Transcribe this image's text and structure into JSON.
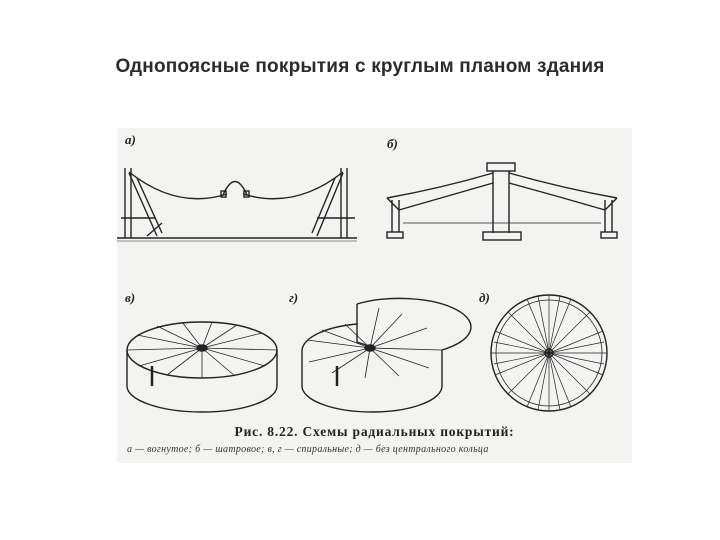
{
  "title": "Однопоясные покрытия с круглым планом здания",
  "figure": {
    "panels": [
      {
        "label": "а)"
      },
      {
        "label": "б)"
      },
      {
        "label": "в)"
      },
      {
        "label": "г)"
      },
      {
        "label": "д)"
      }
    ],
    "caption": "Рис. 8.22. Схемы радиальных покрытий:",
    "legend": "а — вогнутое; б — шатровое; в, г — спиральные; д — без центрального кольца"
  }
}
